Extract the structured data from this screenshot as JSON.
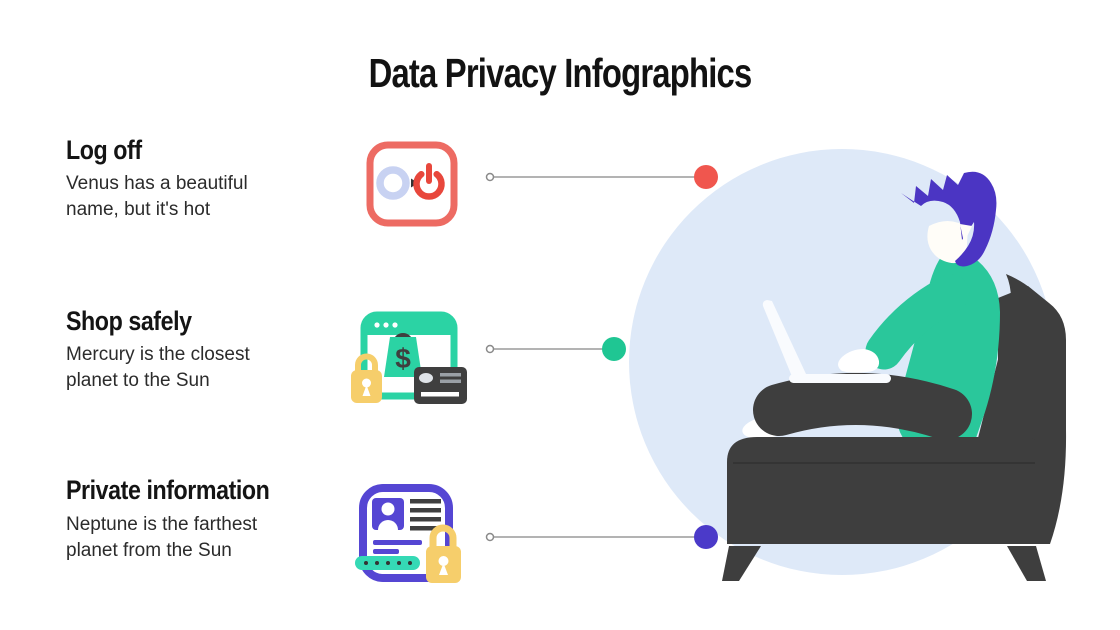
{
  "title": "Data Privacy Infographics",
  "palette": {
    "accent_red": "#F0564E",
    "accent_green": "#1FC693",
    "accent_purple": "#4B3AC9",
    "coral_border": "#ED6B63",
    "power_red": "#E8473C",
    "ring_blue": "#C8D2F2",
    "icon_green": "#2BD3A4",
    "lock_yellow": "#F6CE6B",
    "icon_purple": "#5546D3",
    "pill_teal": "#35D9B5",
    "ink_dark": "#3F3F3F",
    "line_gray": "#9A9A9A",
    "circle_bg": "#DEE9F8",
    "chair_dark": "#3E3E3E",
    "sweater_green": "#2AC79B",
    "hair_purple": "#4B35C3",
    "skin_cream": "#FFFDF8",
    "laptop_white": "#F9FBFE"
  },
  "items": [
    {
      "heading": "Log off",
      "body": "Venus has a beautiful name, but it's hot",
      "icon": "power-logoff-icon",
      "color": "#F0564E"
    },
    {
      "heading": "Shop safely",
      "body": "Mercury is the closest planet to the Sun",
      "icon": "secure-shopping-icon",
      "color": "#1FC693",
      "currency_symbol": "$"
    },
    {
      "heading": "Private information",
      "body": "Neptune is the farthest planet from the Sun",
      "icon": "id-card-lock-icon",
      "color": "#4B3AC9"
    }
  ],
  "illustration": {
    "name": "person-with-laptop-in-armchair"
  }
}
